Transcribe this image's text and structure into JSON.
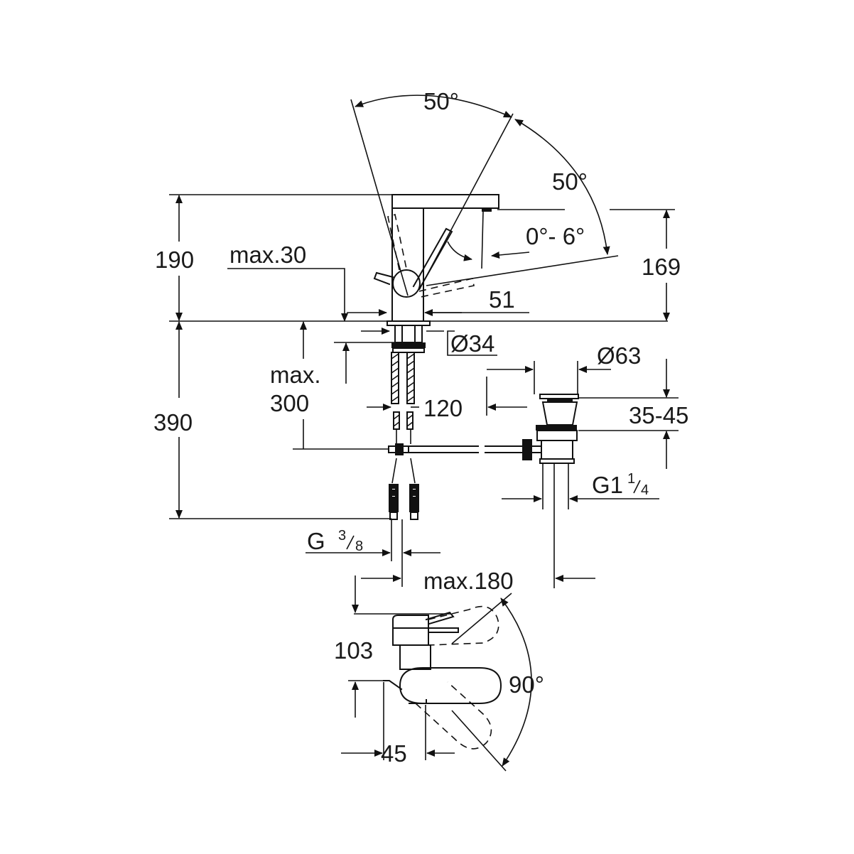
{
  "dimensions": {
    "angle_top": "50°",
    "angle_right": "50°",
    "angle_tilt": "0°- 6°",
    "height_spout": "190",
    "max_30": "max.30",
    "height_169": "169",
    "width_51": "51",
    "dia_34": "Ø34",
    "dia_63": "Ø63",
    "max_300_line1": "max.",
    "max_300_line2": "300",
    "height_390": "390",
    "hose_120": "120",
    "waste_35_45": "35-45",
    "g114_base": "G1",
    "g114_num": "1",
    "g114_den": "4",
    "g38_base": "G",
    "g38_num": "3",
    "g38_den": "8",
    "max_180": "max.180",
    "depth_103": "103",
    "angle_90": "90°",
    "width_45": "45"
  }
}
